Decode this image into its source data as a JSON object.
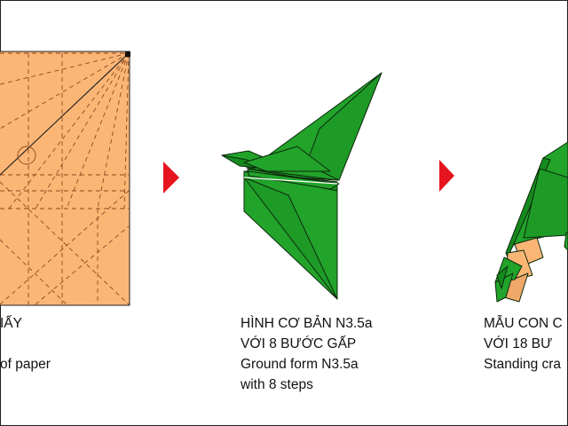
{
  "colors": {
    "paper": "#FBB676",
    "paper_back": "#F0A868",
    "crease": "#8A4A1C",
    "green": "#22A32A",
    "green_dark": "#158A1E",
    "outline": "#0D2A0D",
    "arrow": "#E5141E",
    "border": "#222222"
  },
  "left_caption": {
    "line1": "IẤY",
    "line2": "",
    "line3": " of paper"
  },
  "middle_caption": {
    "line1": "HÌNH CƠ BẢN N3.5a",
    "line2": "VỚI 8 BƯỚC GẤP",
    "line3": "Ground form N3.5a",
    "line4": "with 8 steps"
  },
  "right_caption": {
    "line1": "MẪU CON C",
    "line2": "VỚI 18 BƯ",
    "line3": "Standing cra"
  },
  "icons": [
    "crease-pattern-sheet",
    "arrow-right-icon",
    "ground-form-model",
    "arrow-right-icon",
    "standing-crane-model"
  ]
}
